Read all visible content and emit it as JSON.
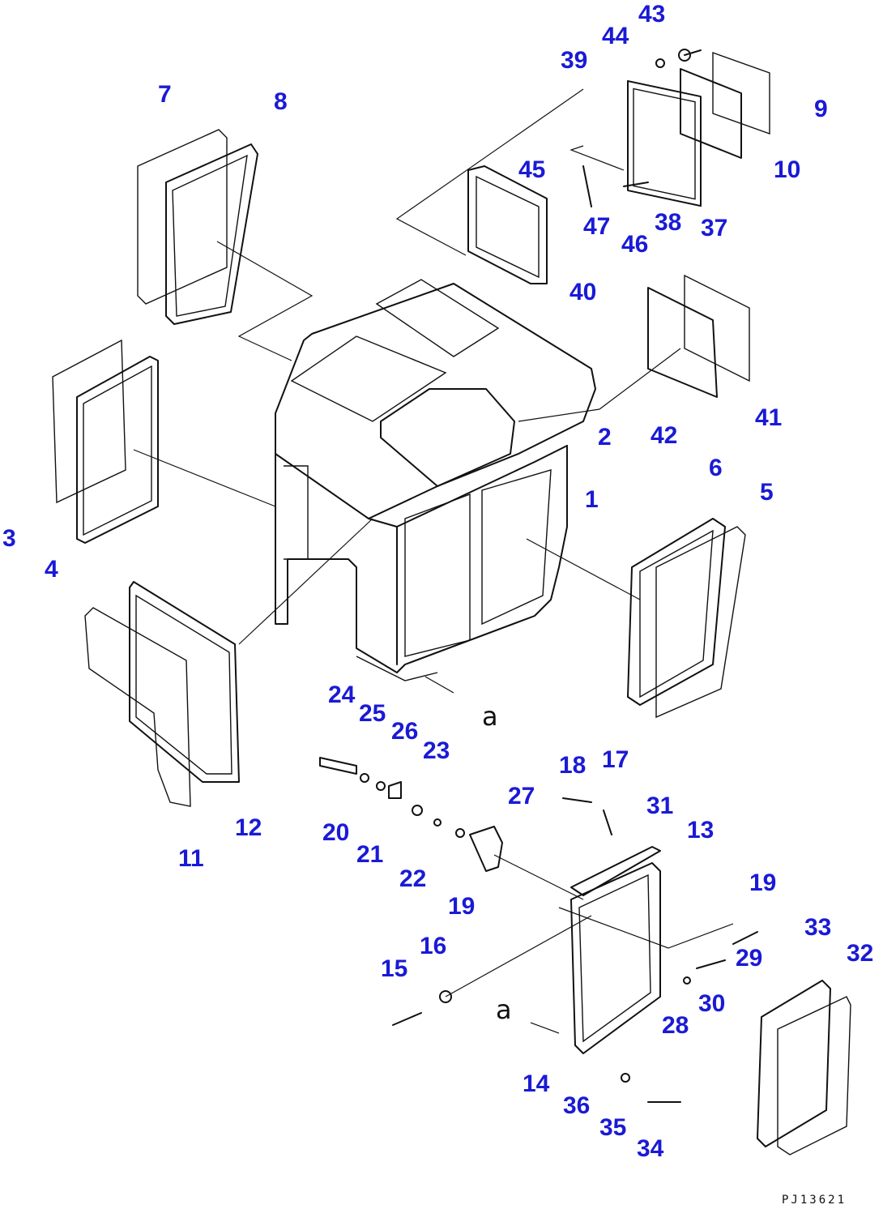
{
  "callouts": {
    "c1": "1",
    "c2": "2",
    "c3": "3",
    "c4": "4",
    "c5": "5",
    "c6": "6",
    "c7": "7",
    "c8": "8",
    "c9": "9",
    "c10": "10",
    "c11": "11",
    "c12": "12",
    "c13": "13",
    "c14": "14",
    "c15": "15",
    "c16": "16",
    "c17": "17",
    "c18": "18",
    "c19a": "19",
    "c19b": "19",
    "c20": "20",
    "c21": "21",
    "c22": "22",
    "c23": "23",
    "c24": "24",
    "c25": "25",
    "c26": "26",
    "c27": "27",
    "c28": "28",
    "c29": "29",
    "c30": "30",
    "c31": "31",
    "c32": "32",
    "c33": "33",
    "c34": "34",
    "c35": "35",
    "c36": "36",
    "c37": "37",
    "c38": "38",
    "c39": "39",
    "c40": "40",
    "c41": "41",
    "c42": "42",
    "c43": "43",
    "c44": "44",
    "c45": "45",
    "c46": "46",
    "c47": "47"
  },
  "view_marker": {
    "top": "a",
    "bottom": "a"
  },
  "drawing_id": "PJ13621",
  "colors": {
    "callout": "#1a1ad6",
    "line": "#111111"
  }
}
